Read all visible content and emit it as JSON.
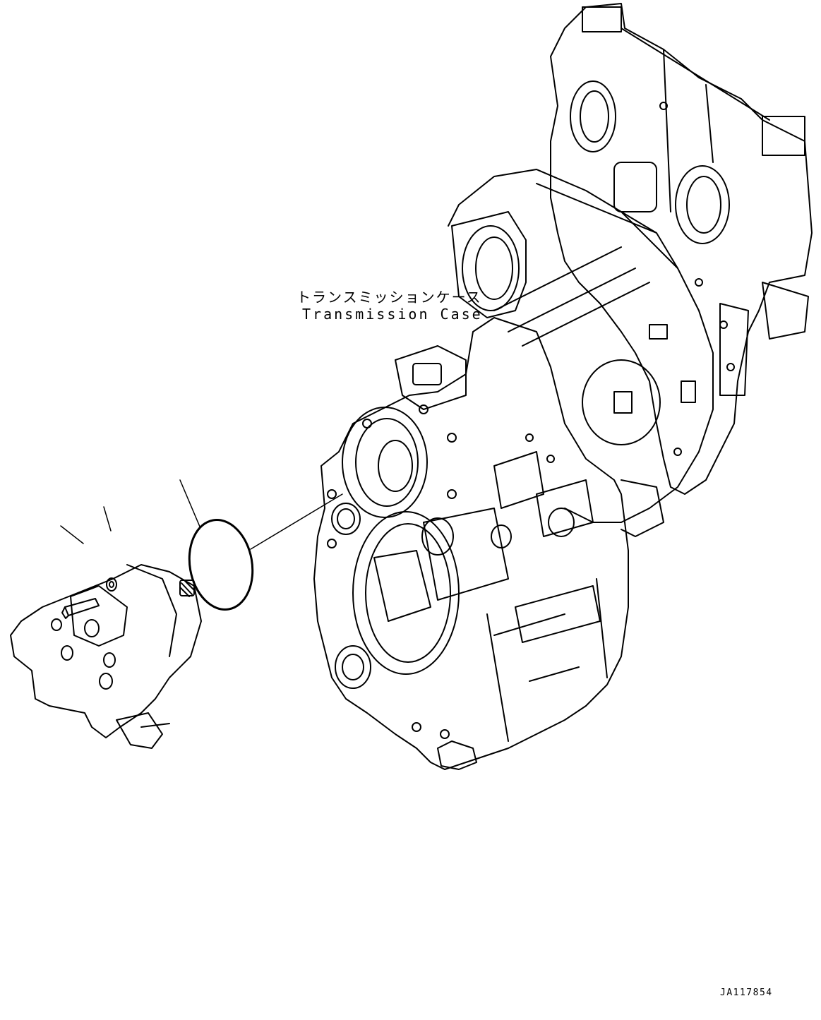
{
  "callouts": {
    "transmission_case_jp": "トランスミッションケース",
    "transmission_case_en": "Transmission Case"
  },
  "drawing": {
    "id": "JA117854"
  }
}
